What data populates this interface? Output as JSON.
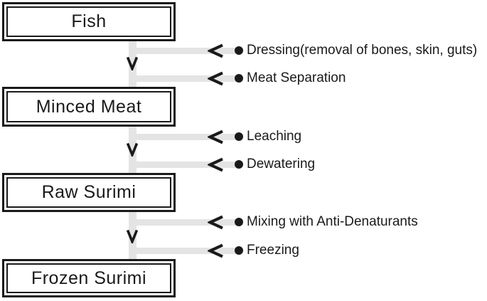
{
  "diagram": {
    "boxes": [
      {
        "label": "Fish"
      },
      {
        "label": "Minced Meat"
      },
      {
        "label": "Raw Surimi"
      },
      {
        "label": "Frozen Surimi"
      }
    ],
    "steps": [
      {
        "label": "Dressing(removal of bones, skin, guts)"
      },
      {
        "label": "Meat Separation"
      },
      {
        "label": "Leaching"
      },
      {
        "label": "Dewatering"
      },
      {
        "label": "Mixing with Anti-Denaturants"
      },
      {
        "label": "Freezing"
      }
    ],
    "colors": {
      "connector_gray": "#e4e4e4",
      "ink_black": "#1a1a1a",
      "background": "#ffffff"
    }
  }
}
